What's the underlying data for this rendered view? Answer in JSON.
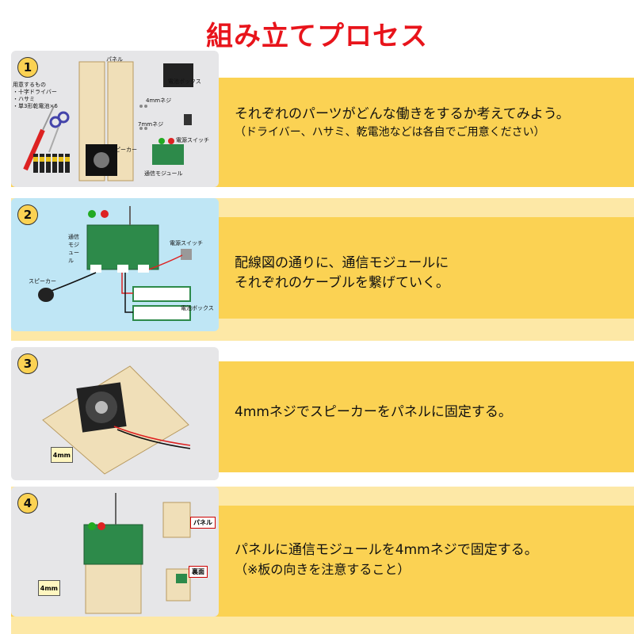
{
  "title": "組み立てプロセス",
  "steps": [
    {
      "number": "1",
      "text": "それぞれのパーツがどんな働きをするか考えてみよう。",
      "sub": "（ドライバー、ハサミ、乾電池などは各自でご用意ください）",
      "labels": {
        "panel": "パネル",
        "battery_box": "電池ボックス",
        "screw4": "4mmネジ",
        "screw7": "7mmネジ",
        "power_switch": "電源スイッチ",
        "speaker": "スピーカー",
        "comm_module": "通信モジュール",
        "tools_title": "用意するもの",
        "tool1": "・十字ドライバー",
        "tool2": "・ハサミ",
        "tool3": "・単3形乾電池×6"
      }
    },
    {
      "number": "2",
      "text": "配線図の通りに、通信モジュールに",
      "text2": "それぞれのケーブルを繋げていく。",
      "labels": {
        "comm_module": "通信モジュール",
        "power_switch": "電源スイッチ",
        "speaker": "スピーカー",
        "battery_box": "電池ボックス"
      }
    },
    {
      "number": "3",
      "text": "4mmネジでスピーカーをパネルに固定する。",
      "badge": "4mm"
    },
    {
      "number": "4",
      "text": "パネルに通信モジュールを4mmネジで固定する。",
      "sub": "（※板の向きを注意すること）",
      "badge": "4mm",
      "labels": {
        "panel": "パネル",
        "back": "裏面"
      }
    }
  ]
}
